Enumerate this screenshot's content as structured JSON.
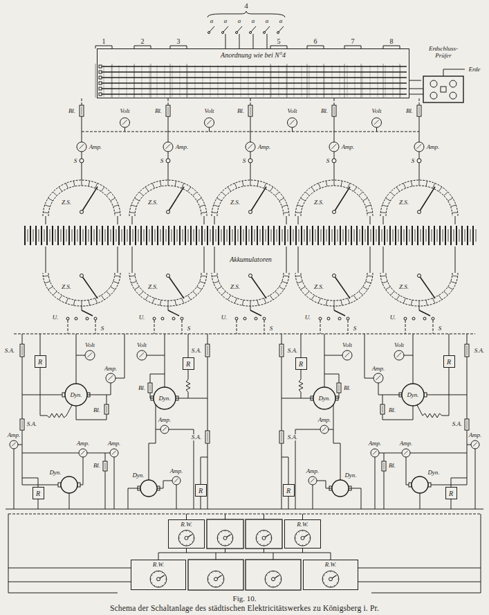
{
  "diagram": {
    "caption": "Schema der Schaltanlage des städtischen Elektricitätswerkes zu Königsberg i. Pr.",
    "nodes": [
      {
        "text": [
          "Anordnung wie bei N°4"
        ]
      },
      {
        "text": [
          "Erdschluss-Prüfer"
        ]
      },
      {
        "text": [
          "Akkumulatoren"
        ]
      },
      {
        "text": [
          "R"
        ]
      },
      {
        "text": [
          "R"
        ]
      },
      {
        "text": [
          "R"
        ]
      },
      {
        "text": [
          "R"
        ]
      },
      {
        "text": [
          "R"
        ]
      },
      {
        "text": [
          "R"
        ]
      },
      {
        "text": [
          "R"
        ]
      },
      {
        "text": [
          "R"
        ]
      },
      {
        "text": [
          "R.W."
        ]
      },
      {
        "text": [
          "R.W."
        ]
      },
      {
        "text": [
          "R.W."
        ]
      },
      {
        "text": [
          "R.W."
        ]
      }
    ],
    "edges": [
      {
        "from": 0,
        "to": 1,
        "arrow": "none"
      }
    ],
    "labels": [
      "4",
      "a",
      "a",
      "a",
      "a",
      "a",
      "a",
      "1",
      "2",
      "3",
      "5",
      "6",
      "7",
      "8",
      "Erde",
      "Bl.",
      "Bl.",
      "Bl.",
      "Bl.",
      "Bl.",
      "Volt",
      "Volt",
      "Volt",
      "Volt",
      "Amp.",
      "Amp.",
      "Amp.",
      "Amp.",
      "Amp.",
      "S",
      "S",
      "S",
      "S",
      "S",
      "Z.S.",
      "Z.S.",
      "Z.S.",
      "Z.S.",
      "Z.S.",
      "Z.S.",
      "Z.S.",
      "Z.S.",
      "Z.S.",
      "Z.S.",
      "U.",
      "U.",
      "U.",
      "U.",
      "U.",
      "S",
      "S",
      "S",
      "S",
      "S",
      "S.A.",
      "S.A.",
      "S.A.",
      "S.A.",
      "Volt",
      "Volt",
      "Volt",
      "Volt",
      "Amp.",
      "Amp.",
      "Dyn.",
      "Dyn.",
      "Dyn.",
      "Dyn.",
      "Bl.",
      "Bl.",
      "Bl.",
      "Bl.",
      "Amp.",
      "Amp.",
      "S.A.",
      "S.A.",
      "Amp.",
      "Amp.",
      "S.A.",
      "S.A.",
      "Amp.",
      "Amp.",
      "Amp.",
      "Amp.",
      "Bl.",
      "Bl.",
      "Amp.",
      "Amp.",
      "Dyn.",
      "Dyn.",
      "Dyn.",
      "Dyn.",
      "Fig. 10."
    ]
  }
}
